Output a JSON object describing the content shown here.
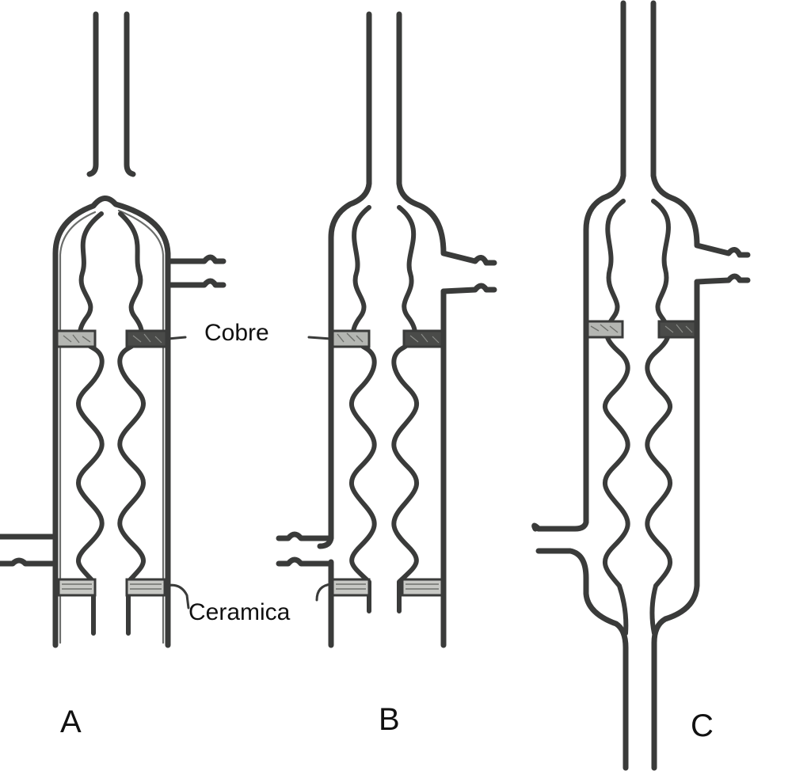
{
  "labels": {
    "copper": "Cobre",
    "ceramic": "Ceramica"
  },
  "variants": [
    {
      "id": "A"
    },
    {
      "id": "B"
    },
    {
      "id": "C"
    }
  ]
}
